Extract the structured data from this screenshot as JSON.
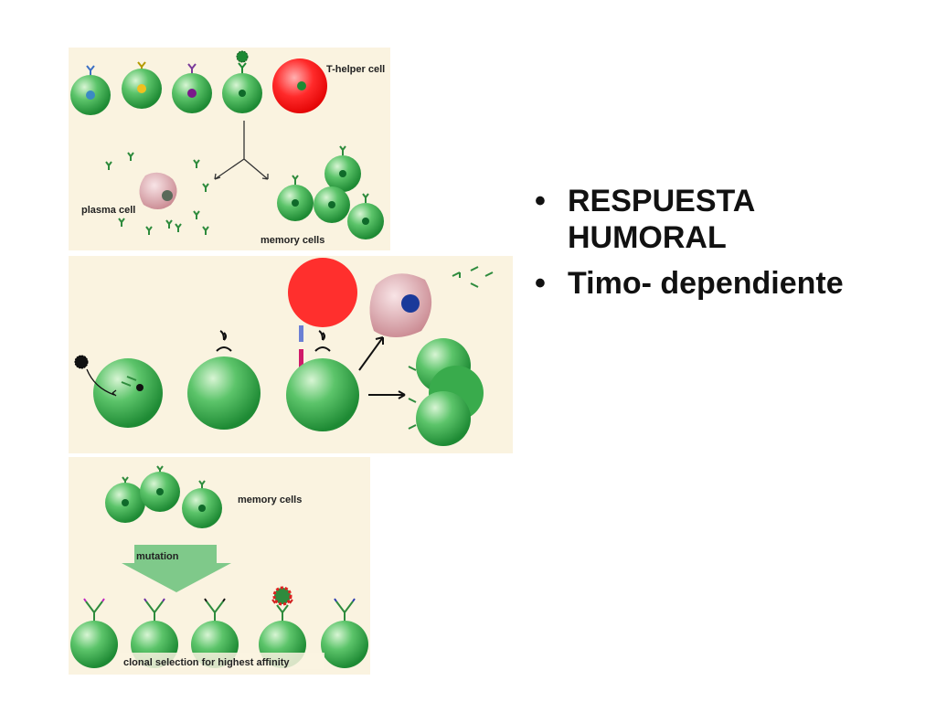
{
  "diagram": {
    "panel1": {
      "t_helper_label": "T-helper cell",
      "plasma_label": "plasma cell",
      "memory_label": "memory cells"
    },
    "panel3": {
      "memory_label": "memory cells",
      "mutation_label": "mutation",
      "selection_label": "clonal selection for highest affinity"
    }
  },
  "slide": {
    "bullet_glyph": "•",
    "bullets": [
      "RESPUESTA HUMORAL",
      "Timo- dependiente"
    ]
  },
  "colors": {
    "cell_green": "#3fae52",
    "t_helper_red": "#ff2a2a",
    "plasma_pink": "#d9a0a5",
    "panel_bg": "#faf3e0",
    "antibody_green": "#2e8b3d",
    "arrow_green": "#7fc98a"
  }
}
